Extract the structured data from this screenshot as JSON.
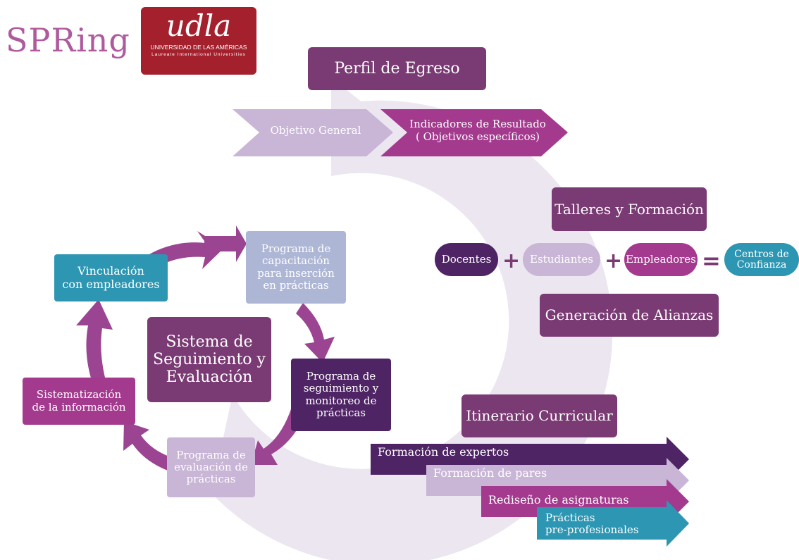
{
  "brand": {
    "spring_logo": "SPRing",
    "udla_logo": "udla",
    "udla_name": "UNIVERSIDAD DE LAS AMÉRICAS",
    "udla_tagline": "Laureate International Universities"
  },
  "top": {
    "perfil": "Perfil de Egreso",
    "objetivo": "Objetivo General",
    "indicadores_1": "Indicadores de Resultado",
    "indicadores_2": "( Objetivos específicos)"
  },
  "cycle": {
    "center": [
      "Sistema de",
      "Seguimiento y",
      "Evaluación"
    ],
    "vinculacion": [
      "Vinculación",
      "con empleadores"
    ],
    "capacitacion": [
      "Programa de",
      "capacitación",
      "para inserción",
      "en prácticas"
    ],
    "seguimiento": [
      "Programa de",
      "seguimiento y",
      "monitoreo de",
      "prácticas"
    ],
    "evaluacion": [
      "Programa de",
      "evaluación de",
      "prácticas"
    ],
    "sistematizacion": [
      "Sistematización",
      "de la información"
    ]
  },
  "right": {
    "talleres": "Talleres y Formación",
    "docentes": "Docentes",
    "estudiantes": "Estudiantes",
    "empleadores": "Empleadores",
    "centros_1": "Centros de",
    "centros_2": "Confianza",
    "alianzas": "Generación de Alianzas"
  },
  "itinerary": {
    "title": "Itinerario Curricular",
    "rows": [
      "Formación de expertos",
      "Formación de pares",
      "Rediseño de asignaturas"
    ],
    "practicas_1": "Prácticas",
    "practicas_2": "pre-profesionales"
  },
  "colors": {
    "dark_purple": "#4f2465",
    "mid_purple": "#7a3a73",
    "magenta": "#a33a8e",
    "lilac": "#c9b5d6",
    "pale_blue": "#adb6d5",
    "teal": "#2c96b3"
  }
}
